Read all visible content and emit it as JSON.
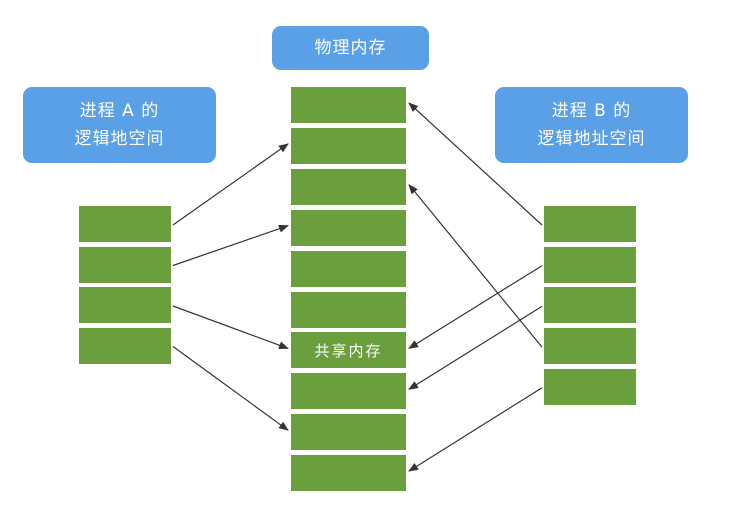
{
  "labels": {
    "physical": "物理内存",
    "process_a": [
      "进程 A 的",
      "逻辑地空间"
    ],
    "process_b": [
      "进程 B 的",
      "逻辑地址空间"
    ]
  },
  "physical_memory": {
    "block_count": 10,
    "shared_index": 6,
    "shared_label": "共享内存"
  },
  "process_a_blocks": 4,
  "process_b_blocks": 5,
  "mappings": {
    "process_a": [
      {
        "from": 0,
        "to": 1
      },
      {
        "from": 1,
        "to": 3
      },
      {
        "from": 2,
        "to": 6
      },
      {
        "from": 3,
        "to": 8
      }
    ],
    "process_b": [
      {
        "from": 0,
        "to": 0
      },
      {
        "from": 1,
        "to": 6
      },
      {
        "from": 2,
        "to": 7
      },
      {
        "from": 3,
        "to": 2
      },
      {
        "from": 4,
        "to": 9
      }
    ]
  },
  "colors": {
    "label_bg": "#5aa0e6",
    "block_fill": "#6b9e3d",
    "arrow": "#333333"
  }
}
